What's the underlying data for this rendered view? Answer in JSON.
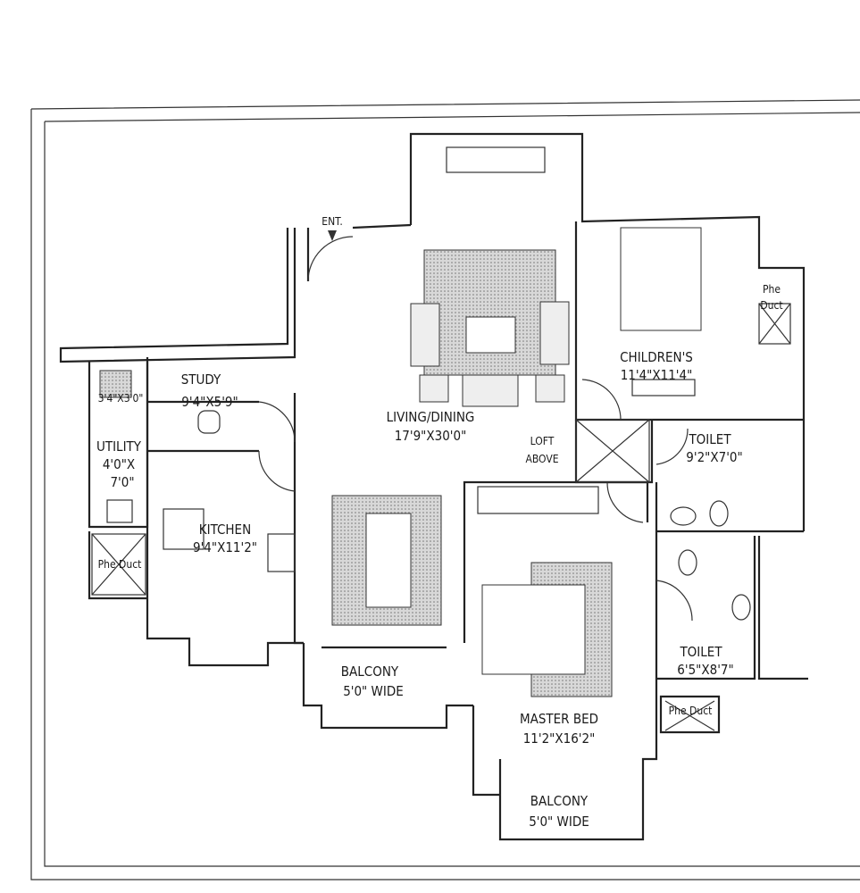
{
  "plan": {
    "entrance": "ENT.",
    "rooms": {
      "study": {
        "name": "STUDY",
        "size": "9'4\"X5'9\""
      },
      "store": {
        "size": "3'4\"X3'0\""
      },
      "utility": {
        "name": "UTILITY",
        "size_line1": "4'0\"X",
        "size_line2": "7'0\""
      },
      "utility_duct": "Phe Duct",
      "kitchen": {
        "name": "KITCHEN",
        "size": "9'4\"X11'2\""
      },
      "living": {
        "name": "LIVING/DINING",
        "size": "17'9\"X30'0\""
      },
      "loft": {
        "line1": "LOFT",
        "line2": "ABOVE"
      },
      "childrens": {
        "name": "CHILDREN'S",
        "size": "11'4\"X11'4\""
      },
      "childrens_duct": {
        "line1": "Phe",
        "line2": "Duct"
      },
      "toilet1": {
        "name": "TOILET",
        "size": "9'2\"X7'0\""
      },
      "toilet2": {
        "name": "TOILET",
        "size": "6'5\"X8'7\""
      },
      "master_duct": "Phe Duct",
      "master": {
        "name": "MASTER BED",
        "size": "11'2\"X16'2\""
      },
      "balcony1": {
        "name": "BALCONY",
        "size": "5'0\" WIDE"
      },
      "balcony2": {
        "name": "BALCONY",
        "size": "5'0\" WIDE"
      }
    }
  }
}
